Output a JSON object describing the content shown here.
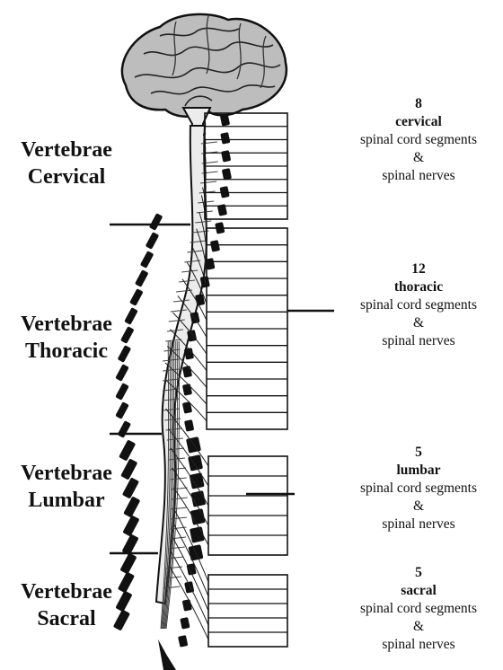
{
  "vertebrae_labels": [
    {
      "line1": "Vertebrae",
      "line2": "Cervical"
    },
    {
      "line1": "Vertebrae",
      "line2": "Thoracic"
    },
    {
      "line1": "Vertebrae",
      "line2": "Lumbar"
    },
    {
      "line1": "Vertebrae",
      "line2": "Sacral"
    }
  ],
  "segment_groups": [
    {
      "count": "8",
      "type": "cervical",
      "line1": "spinal cord segments",
      "amp": "&",
      "line2": "spinal nerves"
    },
    {
      "count": "12",
      "type": "thoracic",
      "line1": "spinal cord segments",
      "amp": "&",
      "line2": "spinal nerves"
    },
    {
      "count": "5",
      "type": "lumbar",
      "line1": "spinal cord segments",
      "amp": "&",
      "line2": "spinal nerves"
    },
    {
      "count": "5",
      "type": "sacral",
      "line1": "spinal cord segments",
      "amp": "&",
      "line2": "spinal nerves"
    }
  ],
  "segment_counts": [
    8,
    12,
    5,
    5
  ],
  "colors": {
    "ink": "#111111",
    "brain_fill": "#bdbdbd",
    "cord_fill": "#ececec"
  }
}
